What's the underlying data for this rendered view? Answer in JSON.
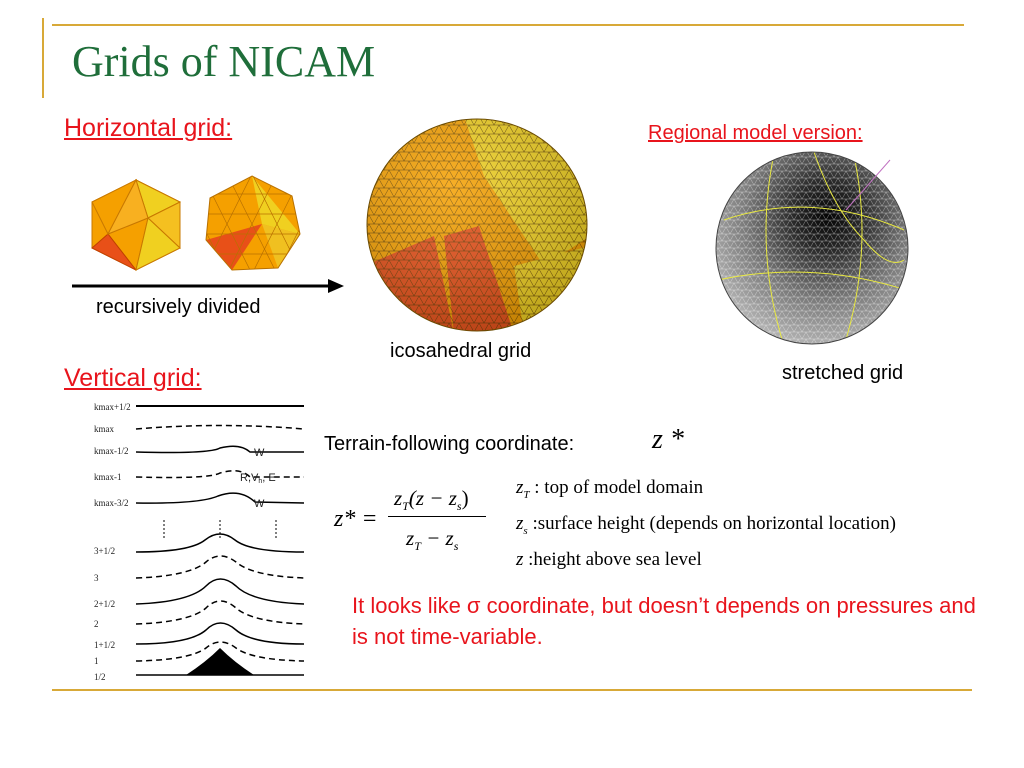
{
  "title": "Grids of NICAM",
  "horizontal": {
    "label": "Horizontal grid:",
    "arrow_caption": "recursively divided",
    "sphere_caption": "icosahedral grid"
  },
  "regional": {
    "label": "Regional model version:",
    "caption": "stretched grid"
  },
  "vertical": {
    "label": "Vertical grid:",
    "levels": [
      "kmax+1/2",
      "kmax",
      "kmax-1/2",
      "kmax-1",
      "kmax-3/2",
      "3+1/2",
      "3",
      "2+1/2",
      "2",
      "1+1/2",
      "1",
      "1/2"
    ],
    "marker_w1": "W",
    "marker_rve": "R,V",
    "marker_h": "h",
    "marker_e": ", E",
    "marker_w2": "W"
  },
  "coordinate": {
    "label": "Terrain-following coordinate:",
    "symbol": "z *",
    "formula_lhs": "z* =",
    "formula_num_zT": "z",
    "formula_num_rest": "(z − z",
    "formula_num_close": ")",
    "formula_den_zT": "z",
    "formula_den_rest": " − z",
    "sub_T": "T",
    "sub_s": "s"
  },
  "definitions": [
    {
      "sym": "z",
      "sub": "T",
      "text": " : top of  model domain"
    },
    {
      "sym": "z",
      "sub": "s",
      "text": " :surface height (depends on horizontal location)"
    },
    {
      "sym": "z",
      "sub": "",
      "text": " :height above sea level"
    }
  ],
  "note": "It looks like σ coordinate, but doesn’t depends on pressures and is not time-variable.",
  "colors": {
    "title": "#1f6e3a",
    "accent_red": "#e8141c",
    "rule_gold": "#d8a938",
    "polyhedron_orange": "#f5a000",
    "polyhedron_yellow": "#f0d020",
    "polyhedron_red": "#e85018"
  }
}
